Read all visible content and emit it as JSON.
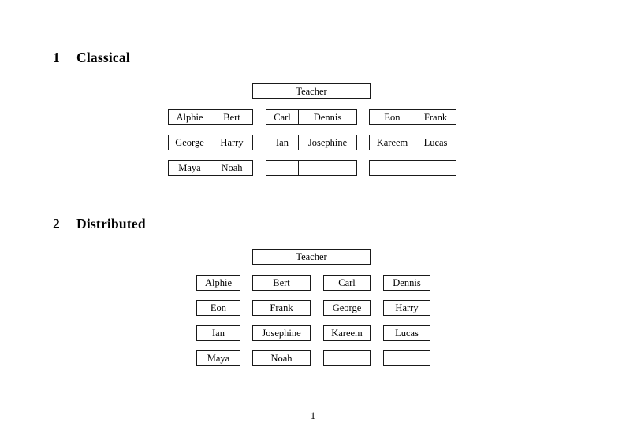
{
  "document": {
    "page_number": "1"
  },
  "sections": [
    {
      "number": "1",
      "title": "Classical",
      "teacher": {
        "label": "Teacher"
      },
      "rows": [
        {
          "groups": [
            {
              "cells": [
                {
                  "label": "Alphie"
                },
                {
                  "label": "Bert"
                }
              ]
            },
            {
              "cells": [
                {
                  "label": "Carl"
                },
                {
                  "label": "Dennis"
                }
              ]
            },
            {
              "cells": [
                {
                  "label": "Eon"
                },
                {
                  "label": "Frank"
                }
              ]
            }
          ]
        },
        {
          "groups": [
            {
              "cells": [
                {
                  "label": "George"
                },
                {
                  "label": "Harry"
                }
              ]
            },
            {
              "cells": [
                {
                  "label": "Ian"
                },
                {
                  "label": "Josephine"
                }
              ]
            },
            {
              "cells": [
                {
                  "label": "Kareem"
                },
                {
                  "label": "Lucas"
                }
              ]
            }
          ]
        },
        {
          "groups": [
            {
              "cells": [
                {
                  "label": "Maya"
                },
                {
                  "label": "Noah"
                }
              ]
            },
            {
              "cells": [
                {
                  "label": ""
                },
                {
                  "label": ""
                }
              ]
            },
            {
              "cells": [
                {
                  "label": ""
                },
                {
                  "label": ""
                }
              ]
            }
          ]
        }
      ]
    },
    {
      "number": "2",
      "title": "Distributed",
      "teacher": {
        "label": "Teacher"
      },
      "rows": [
        {
          "groups": [
            {
              "cells": [
                {
                  "label": "Alphie"
                }
              ]
            },
            {
              "cells": [
                {
                  "label": "Bert"
                }
              ]
            },
            {
              "cells": [
                {
                  "label": "Carl"
                }
              ]
            },
            {
              "cells": [
                {
                  "label": "Dennis"
                }
              ]
            }
          ]
        },
        {
          "groups": [
            {
              "cells": [
                {
                  "label": "Eon"
                }
              ]
            },
            {
              "cells": [
                {
                  "label": "Frank"
                }
              ]
            },
            {
              "cells": [
                {
                  "label": "George"
                }
              ]
            },
            {
              "cells": [
                {
                  "label": "Harry"
                }
              ]
            }
          ]
        },
        {
          "groups": [
            {
              "cells": [
                {
                  "label": "Ian"
                }
              ]
            },
            {
              "cells": [
                {
                  "label": "Josephine"
                }
              ]
            },
            {
              "cells": [
                {
                  "label": "Kareem"
                }
              ]
            },
            {
              "cells": [
                {
                  "label": "Lucas"
                }
              ]
            }
          ]
        },
        {
          "groups": [
            {
              "cells": [
                {
                  "label": "Maya"
                }
              ]
            },
            {
              "cells": [
                {
                  "label": "Noah"
                }
              ]
            },
            {
              "cells": [
                {
                  "label": ""
                }
              ]
            },
            {
              "cells": [
                {
                  "label": ""
                }
              ]
            }
          ]
        }
      ]
    }
  ],
  "colors": {
    "page_background": "#ffffff",
    "text": "#000000",
    "box_border": "#1a1a1a"
  }
}
